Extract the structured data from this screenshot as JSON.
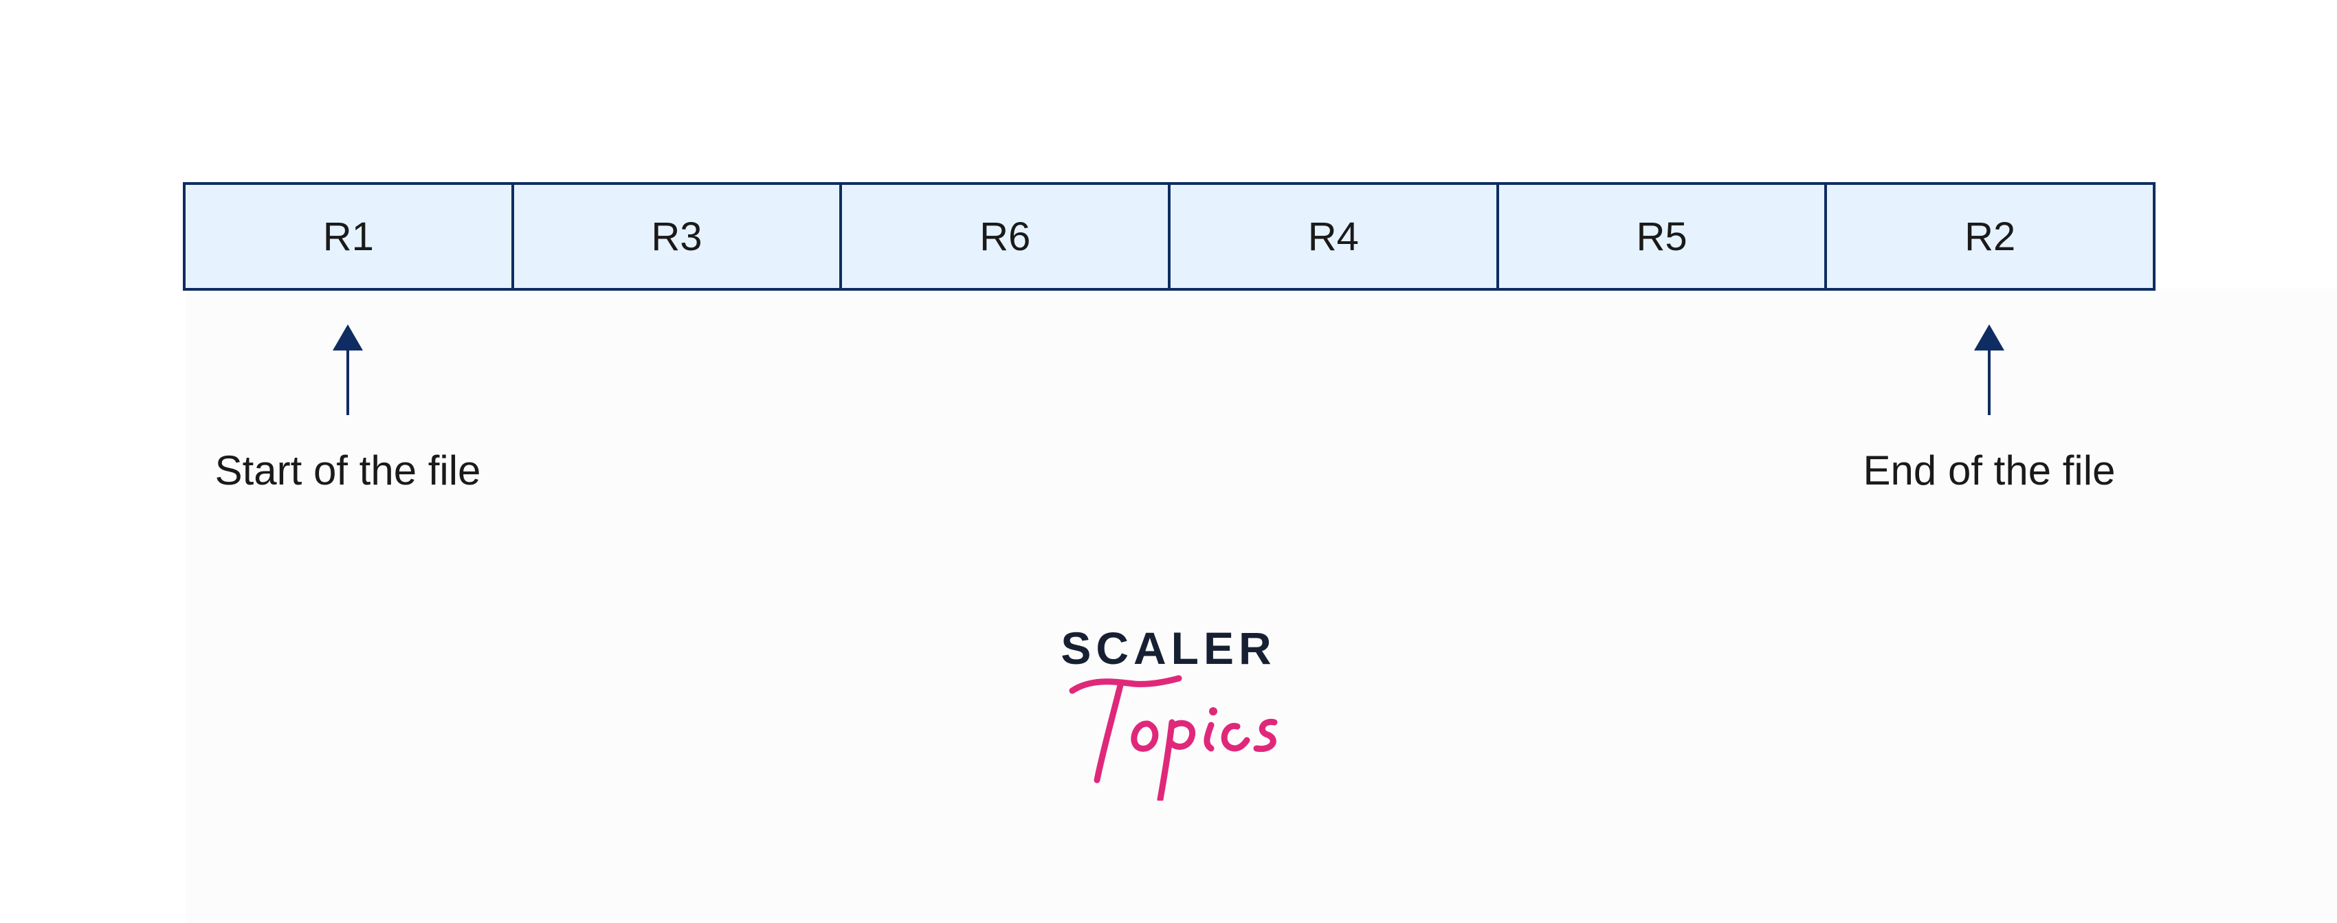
{
  "diagram": {
    "records": [
      "R1",
      "R3",
      "R6",
      "R4",
      "R5",
      "R2"
    ],
    "start_label": "Start of the file",
    "end_label": "End of the file"
  },
  "logo": {
    "wordmark": "SCALER",
    "script": "Topics"
  },
  "colors": {
    "cell_fill": "#e6f3fe",
    "cell_border": "#0f2d62",
    "arrow": "#0f2d62",
    "text": "#1a1a1a",
    "logo_dark": "#172033",
    "logo_pink": "#e0287a"
  }
}
